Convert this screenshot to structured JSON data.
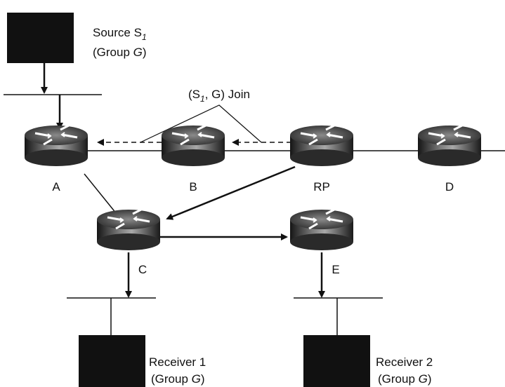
{
  "source": {
    "label_prefix": "Source S",
    "label_subscript": "1",
    "group_prefix": "(Group ",
    "group_italic": "G",
    "group_suffix": ")"
  },
  "join_annotation": {
    "prefix": "(S",
    "subscript": "1",
    "suffix": ", G) Join"
  },
  "routers": {
    "a": "A",
    "b": "B",
    "rp": "RP",
    "d": "D",
    "c": "C",
    "e": "E"
  },
  "receiver1": {
    "label": "Receiver 1",
    "group_prefix": "(Group ",
    "group_italic": "G",
    "group_suffix": ")"
  },
  "receiver2": {
    "label": "Receiver 2",
    "group_prefix": "(Group ",
    "group_italic": "G",
    "group_suffix": ")"
  }
}
